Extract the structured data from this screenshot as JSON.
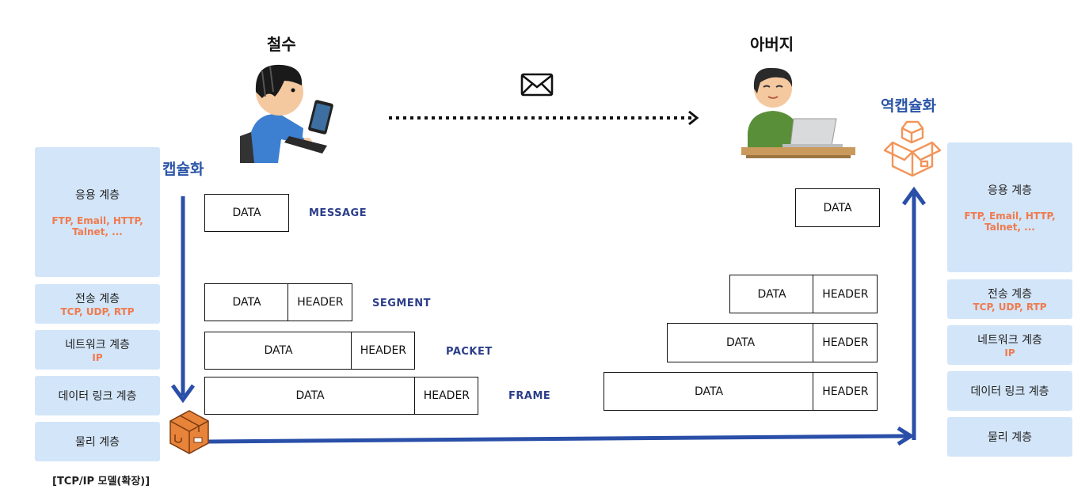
{
  "people": {
    "sender": "철수",
    "receiver": "아버지"
  },
  "process": {
    "encapsulation": "캡슐화",
    "decapsulation": "역캡슐화"
  },
  "left_stack": {
    "application": {
      "name": "응용 계층",
      "protocols": "FTP, Email, HTTP, Talnet, ..."
    },
    "transport": {
      "name": "전송 계층",
      "protocols": "TCP, UDP, RTP"
    },
    "network": {
      "name": "네트워크 계층",
      "protocols": "IP"
    },
    "datalink": {
      "name": "데이터 링크 계층"
    },
    "physical": {
      "name": "물리 계층"
    },
    "caption": "[TCP/IP 모델(확장)]"
  },
  "right_stack": {
    "application": {
      "name": "응용 계층",
      "protocols": "FTP, Email, HTTP, Talnet, ..."
    },
    "transport": {
      "name": "전송 계층",
      "protocols": "TCP, UDP, RTP"
    },
    "network": {
      "name": "네트워크 계층",
      "protocols": "IP"
    },
    "datalink": {
      "name": "데이터 링크 계층"
    },
    "physical": {
      "name": "물리 계층"
    }
  },
  "packets": {
    "data": "DATA",
    "header": "HEADER"
  },
  "pdu_labels": {
    "message": "MESSAGE",
    "segment": "SEGMENT",
    "packet": "PACKET",
    "frame": "FRAME"
  },
  "colors": {
    "layer_bg": "#d3e5f8",
    "protocol_text": "#f07a4e",
    "arrow_blue": "#2a4fa8",
    "pdu_label": "#2c3e8a"
  },
  "icons": {
    "mail": "envelope-icon",
    "box_closed": "parcel-box-icon",
    "box_open": "open-box-icon"
  }
}
